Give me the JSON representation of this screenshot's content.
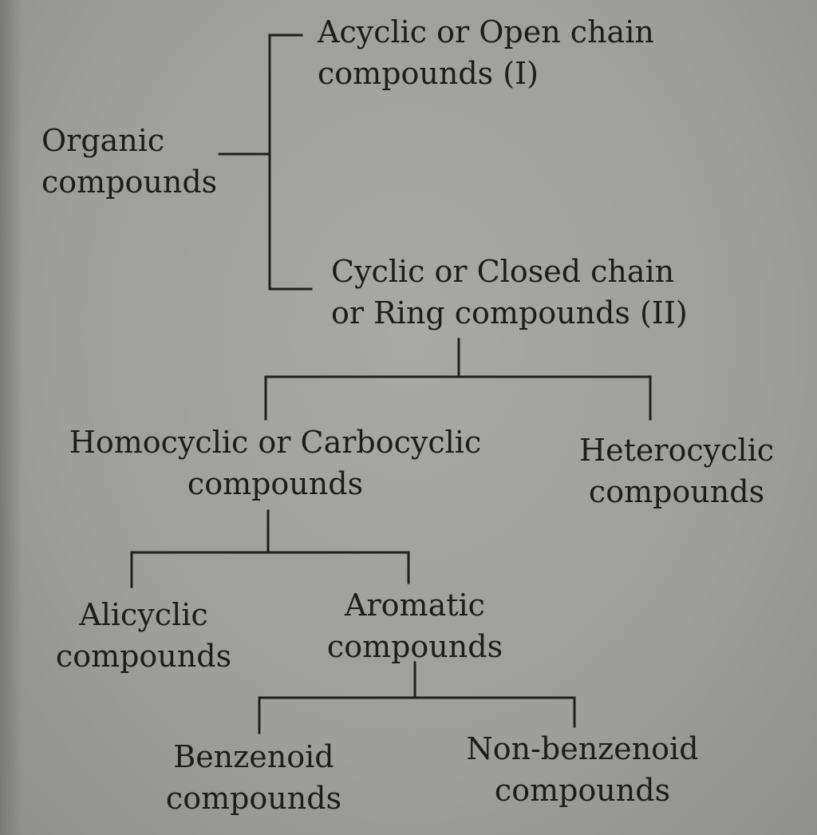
{
  "nodes": {
    "organic": {
      "line1": "Organic",
      "line2": "compounds"
    },
    "acyclic": {
      "line1": "Acyclic or Open chain",
      "line2": "compounds (I)"
    },
    "cyclic": {
      "line1": "Cyclic or Closed chain",
      "line2": "or Ring compounds (II)"
    },
    "homocyclic": {
      "line1": "Homocyclic or Carbocyclic",
      "line2": "compounds"
    },
    "heterocyclic": {
      "line1": "Heterocyclic",
      "line2": "compounds"
    },
    "alicyclic": {
      "line1": "Alicyclic",
      "line2": "compounds"
    },
    "aromatic": {
      "line1": "Aromatic",
      "line2": "compounds"
    },
    "benzenoid": {
      "line1": "Benzenoid",
      "line2": "compounds"
    },
    "nonbenzenoid": {
      "line1": "Non-benzenoid",
      "line2": "compounds"
    }
  }
}
